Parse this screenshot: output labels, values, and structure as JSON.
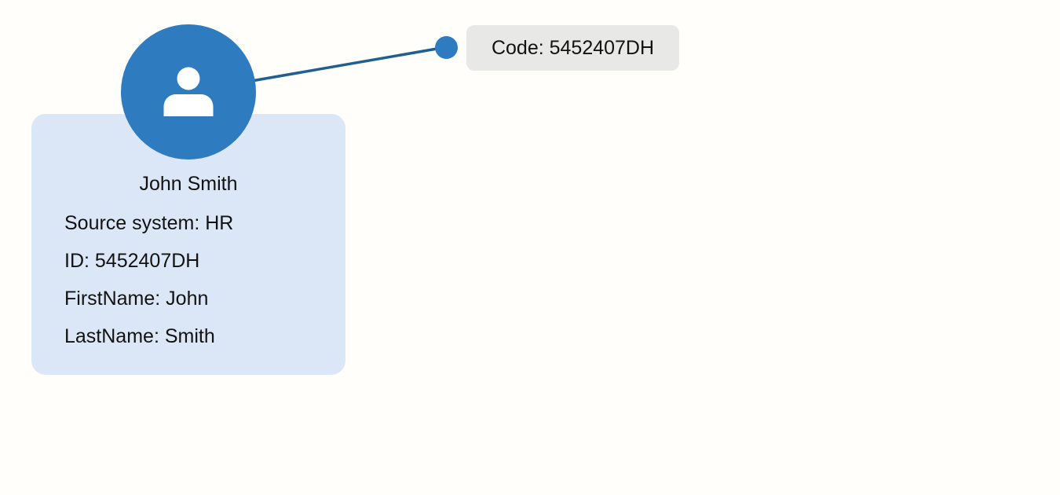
{
  "person": {
    "name": "John Smith",
    "fields": [
      {
        "label": "Source system",
        "value": "HR",
        "text": "Source system: HR"
      },
      {
        "label": "ID",
        "value": "5452407DH",
        "text": "ID: 5452407DH"
      },
      {
        "label": "FirstName",
        "value": "John",
        "text": "FirstName: John"
      },
      {
        "label": "LastName",
        "value": "Smith",
        "text": "LastName: Smith"
      }
    ]
  },
  "callout": {
    "text": "Code: 5452407DH",
    "code": "5452407DH"
  },
  "colors": {
    "avatar_blue": "#2E7CBF",
    "card_bg": "#DBE7F6",
    "badge_bg": "#E8E8E6",
    "line_color": "#1F6090",
    "text_color": "#121212",
    "background": "#FFFEFB"
  }
}
